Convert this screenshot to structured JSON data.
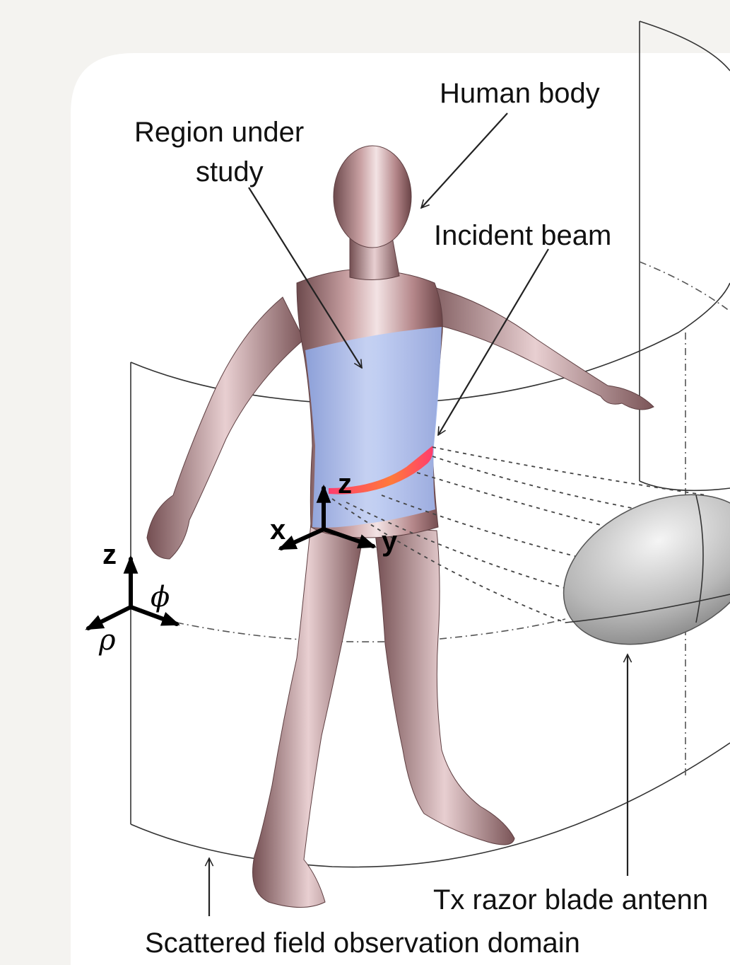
{
  "labels": {
    "human_body": "Human body",
    "region_line1": "Region under",
    "region_line2": "study",
    "incident_beam": "Incident beam",
    "tx_antenna": "Tx razor blade antenn",
    "observation_domain": "Scattered field observation domain"
  },
  "body_axes": {
    "x": "x",
    "y": "y",
    "z": "z"
  },
  "cyl_axes": {
    "z": "z",
    "phi": "ϕ",
    "rho": "ρ"
  },
  "colors": {
    "body": "#b98c8c",
    "region": "#a9bdf0",
    "beam": "#ff4a6a",
    "antenna": "#bdbdbd"
  }
}
